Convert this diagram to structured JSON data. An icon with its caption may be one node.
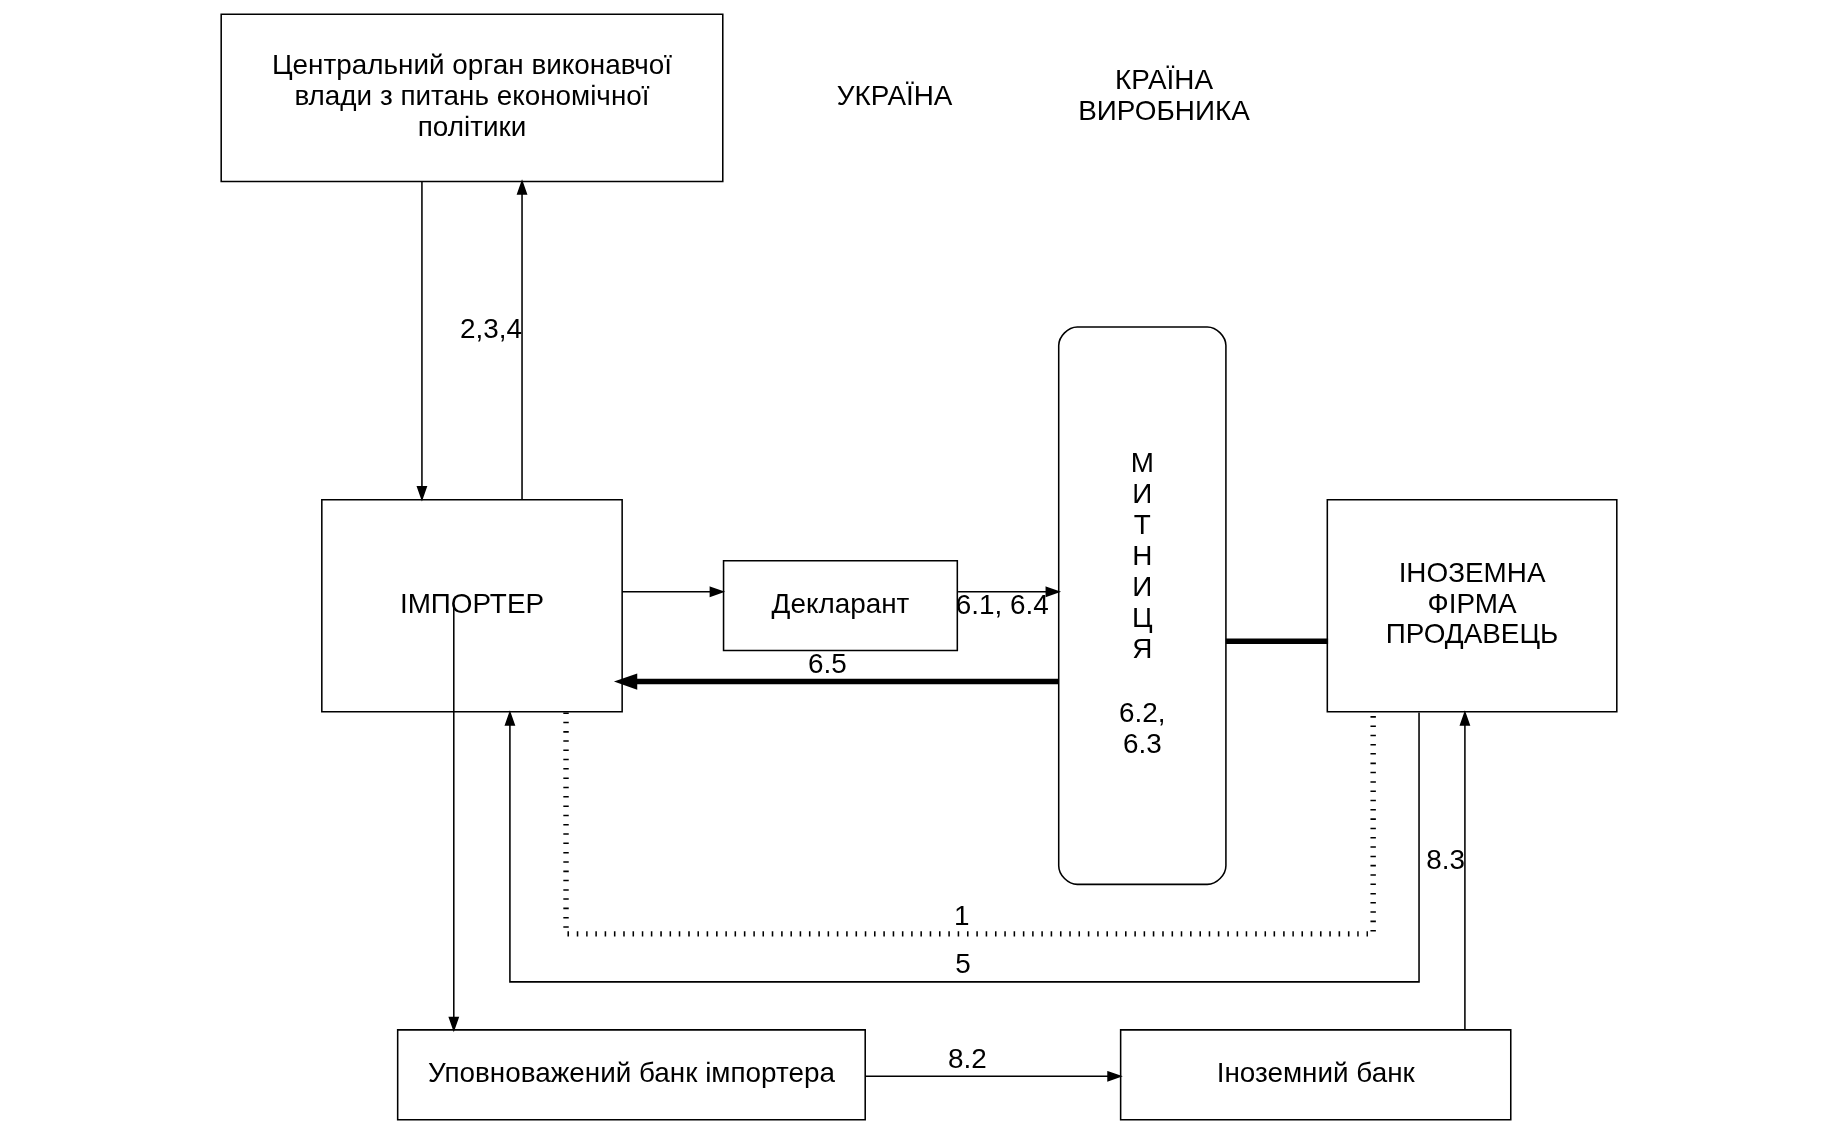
{
  "diagram": {
    "nodes": [
      {
        "text": [
          "Центральний орган виконавчої влади з питань економічної політики"
        ]
      },
      {
        "text": [
          "ІМПОРТЕР"
        ]
      },
      {
        "text": [
          "Декларант"
        ]
      },
      {
        "text": [
          "М И Т Н И Ц Я",
          "6.2, 6.3"
        ]
      },
      {
        "text": [
          "ІНОЗЕМНА ФІРМА ПРОДАВЕЦЬ"
        ]
      },
      {
        "text": [
          "Уповноважений банк імпортера"
        ]
      },
      {
        "text": [
          "Іноземний банк"
        ]
      }
    ],
    "edges": [
      {
        "from": 0,
        "to": 1,
        "arrow": "to"
      },
      {
        "from": 1,
        "to": 0,
        "arrow": "to",
        "label": "2,3,4"
      },
      {
        "from": 1,
        "to": 2,
        "arrow": "to"
      },
      {
        "from": 2,
        "to": 3,
        "arrow": "to",
        "label": "6.1, 6.4"
      },
      {
        "from": 4,
        "to": 3,
        "arrow": "none",
        "style": "thick"
      },
      {
        "from": 3,
        "to": 1,
        "arrow": "to",
        "style": "thick",
        "label": "6.5"
      },
      {
        "from": 4,
        "to": 1,
        "arrow": "to",
        "label": "5"
      },
      {
        "from": 1,
        "to": 5,
        "arrow": "to"
      },
      {
        "from": 5,
        "to": 6,
        "arrow": "to",
        "label": "8.2"
      },
      {
        "from": 6,
        "to": 4,
        "arrow": "to",
        "label": "8.3"
      },
      {
        "from": 1,
        "to": 4,
        "arrow": "none",
        "style": "dashed",
        "label": "1"
      }
    ],
    "labels": [
      "УКРАЇНА",
      "КРАЇНА ВИРОБНИКА"
    ]
  }
}
